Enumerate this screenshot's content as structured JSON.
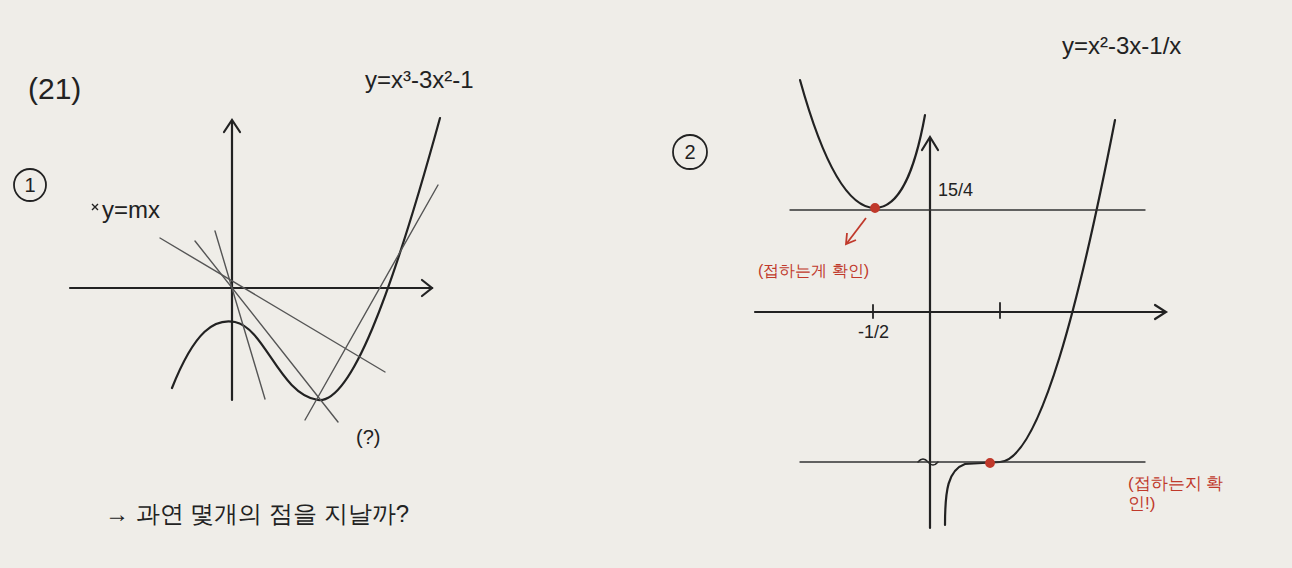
{
  "diagram": {
    "labels": [
      "(21)",
      "1",
      "y=mx",
      "y=x³-3x²-1",
      "(?)",
      "→ 과연 몇개의 점을 지날까?",
      "2",
      "y=x²-3x-1/x",
      "15/4",
      "-1/2",
      "(접하는게 확인)",
      "(접하는지 확인!)"
    ]
  }
}
